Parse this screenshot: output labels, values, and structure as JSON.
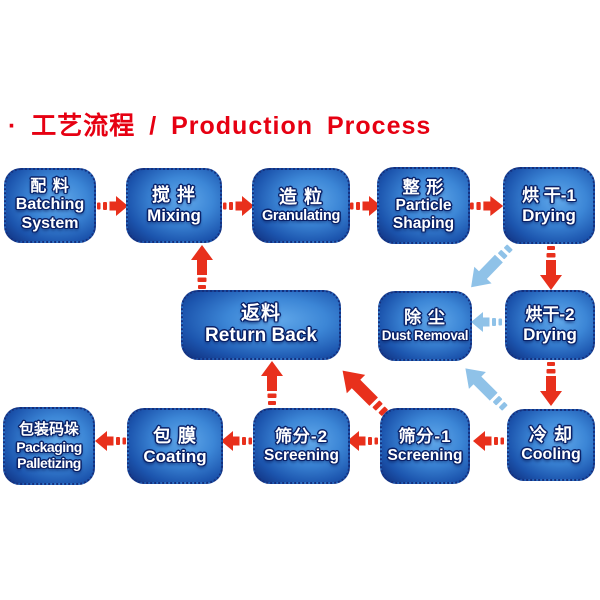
{
  "title": "· 工艺流程 / Production Process",
  "nodes": [
    {
      "id": "batching-system",
      "zh": "配 料",
      "en": "Batching System"
    },
    {
      "id": "mixing",
      "zh": "搅 拌",
      "en": "Mixing"
    },
    {
      "id": "granulating",
      "zh": "造 粒",
      "en": "Granulating"
    },
    {
      "id": "particle-shaping",
      "zh": "整 形",
      "en": "Particle Shaping"
    },
    {
      "id": "drying-1",
      "zh": "烘 干-1",
      "en": "Drying"
    },
    {
      "id": "return-back",
      "zh": "返料",
      "en": "Return Back"
    },
    {
      "id": "dust-removal",
      "zh": "除 尘",
      "en": "Dust Removal"
    },
    {
      "id": "drying-2",
      "zh": "烘干-2",
      "en": "Drying"
    },
    {
      "id": "cooling",
      "zh": "冷 却",
      "en": "Cooling"
    },
    {
      "id": "screening-1",
      "zh": "筛分-1",
      "en": "Screening"
    },
    {
      "id": "screening-2",
      "zh": "筛分-2",
      "en": "Screening"
    },
    {
      "id": "coating",
      "zh": "包 膜",
      "en": "Coating"
    },
    {
      "id": "packaging-palletizing",
      "zh": "包装码垛",
      "en": "Packaging Palletizing"
    }
  ],
  "edges": [
    {
      "from": "batching-system",
      "to": "mixing",
      "color": "red"
    },
    {
      "from": "mixing",
      "to": "granulating",
      "color": "red"
    },
    {
      "from": "granulating",
      "to": "particle-shaping",
      "color": "red"
    },
    {
      "from": "particle-shaping",
      "to": "drying-1",
      "color": "red"
    },
    {
      "from": "drying-1",
      "to": "drying-2",
      "color": "red"
    },
    {
      "from": "drying-2",
      "to": "cooling",
      "color": "red"
    },
    {
      "from": "cooling",
      "to": "screening-1",
      "color": "red"
    },
    {
      "from": "screening-1",
      "to": "screening-2",
      "color": "red"
    },
    {
      "from": "screening-2",
      "to": "coating",
      "color": "red"
    },
    {
      "from": "coating",
      "to": "packaging-palletizing",
      "color": "red"
    },
    {
      "from": "return-back",
      "to": "mixing",
      "color": "red"
    },
    {
      "from": "screening-2",
      "to": "return-back",
      "color": "red"
    },
    {
      "from": "screening-1",
      "to": "return-back",
      "color": "red"
    },
    {
      "from": "drying-1",
      "to": "dust-removal",
      "color": "blue"
    },
    {
      "from": "drying-2",
      "to": "dust-removal",
      "color": "blue"
    },
    {
      "from": "cooling",
      "to": "dust-removal",
      "color": "blue"
    }
  ],
  "colors": {
    "title": "#e60012",
    "arrow_red": "#e8301c",
    "arrow_blue": "#8fc2e8",
    "box_dark": "#0a1c64",
    "box_highlight": "#5ea6e8",
    "text": "#ffffff"
  }
}
